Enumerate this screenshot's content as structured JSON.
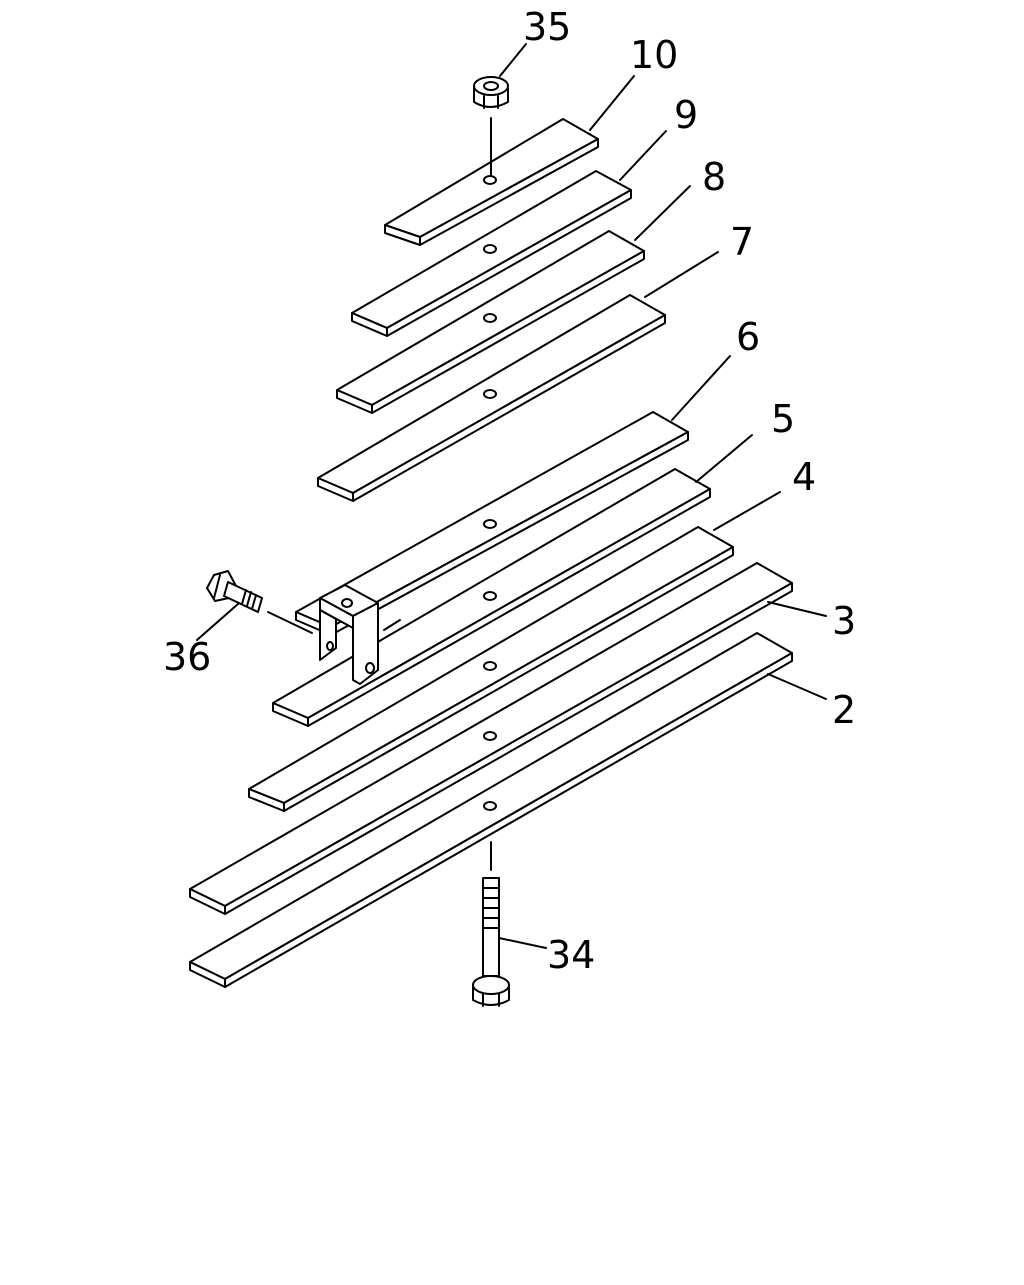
{
  "diagram": {
    "callouts": [
      "35",
      "10",
      "9",
      "8",
      "7",
      "6",
      "5",
      "4",
      "3",
      "2",
      "36",
      "34"
    ]
  }
}
